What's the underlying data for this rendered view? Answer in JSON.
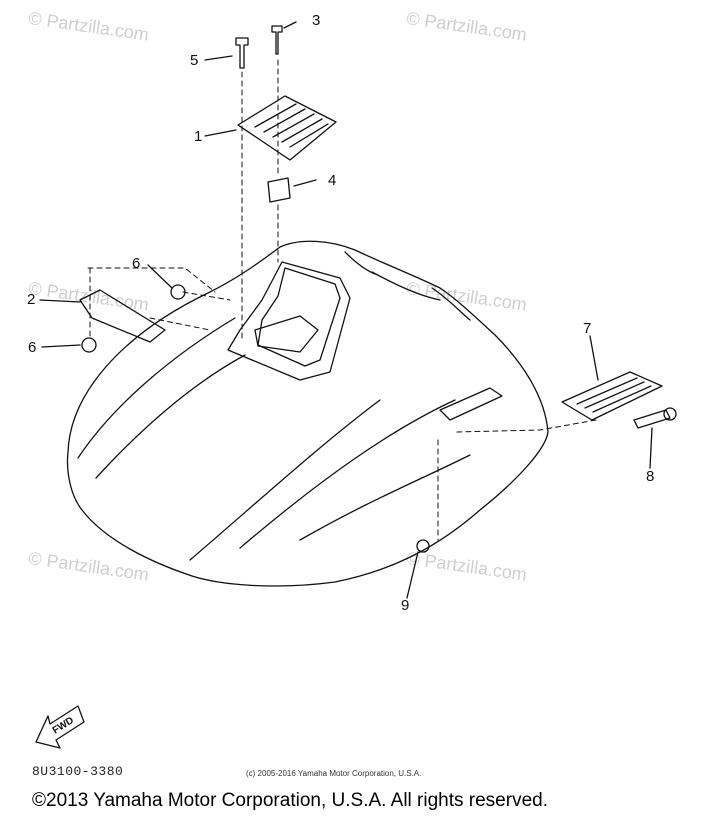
{
  "diagram": {
    "callouts": [
      "1",
      "2",
      "3",
      "4",
      "5",
      "6",
      "6",
      "7",
      "8",
      "9"
    ],
    "watermarks": [
      "© Partzilla.com",
      "© Partzilla.com",
      "© Partzilla.com",
      "© Partzilla.com",
      "© Partzilla.com",
      "© Partzilla.com"
    ],
    "fwd_label": "FWD",
    "part_code": "8U3100-3380",
    "small_copyright": "(c) 2005-2016 Yamaha Motor Corporation, U.S.A.",
    "copyright": "©2013 Yamaha Motor Corporation, U.S.A. All rights reserved."
  }
}
